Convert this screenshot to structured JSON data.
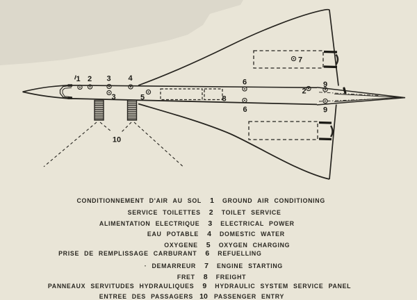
{
  "colors": {
    "paper": "#e9e5d7",
    "top_band": "#dcd8cb",
    "ink": "#26241f"
  },
  "diagram": {
    "markers": {
      "m1": "1",
      "m2": "2",
      "m3": "3",
      "m3b": "3",
      "m4": "4",
      "m5": "5",
      "m6_top": "6",
      "m6_bottom": "6",
      "m7": "7",
      "m8": "8",
      "m2_tail": "2",
      "m9_top": "9",
      "m9_bottom": "9",
      "m10": "10"
    }
  },
  "legend": {
    "rows": [
      {
        "num": "1",
        "fr": "CONDITIONNEMENT D'AIR AU SOL",
        "en": "GROUND AIR CONDITIONING"
      },
      {
        "num": "2",
        "fr": "SERVICE TOILETTES",
        "en": "TOILET SERVICE"
      },
      {
        "num": "3",
        "fr": "ALIMENTATION ELECTRIQUE",
        "en": "ELECTRICAL POWER"
      },
      {
        "num": "4",
        "fr": "EAU POTABLE",
        "en": "DOMESTIC WATER"
      },
      {
        "num": "5",
        "fr": "OXYGENE",
        "en": "OXYGEN CHARGING"
      },
      {
        "num": "6",
        "fr": "PRISE DE REMPLISSAGE CARBURANT",
        "en": "REFUELLING"
      },
      {
        "num": "7",
        "fr": "· DEMARREUR",
        "en": "ENGINE STARTING"
      },
      {
        "num": "8",
        "fr": "FRET",
        "en": "FREIGHT"
      },
      {
        "num": "9",
        "fr": "PANNEAUX SERVITUDES HYDRAULIQUES",
        "en": "HYDRAULIC SYSTEM SERVICE PANEL"
      },
      {
        "num": "10",
        "fr": "ENTREE DES PASSAGERS",
        "en": "PASSENGER ENTRY"
      }
    ]
  }
}
